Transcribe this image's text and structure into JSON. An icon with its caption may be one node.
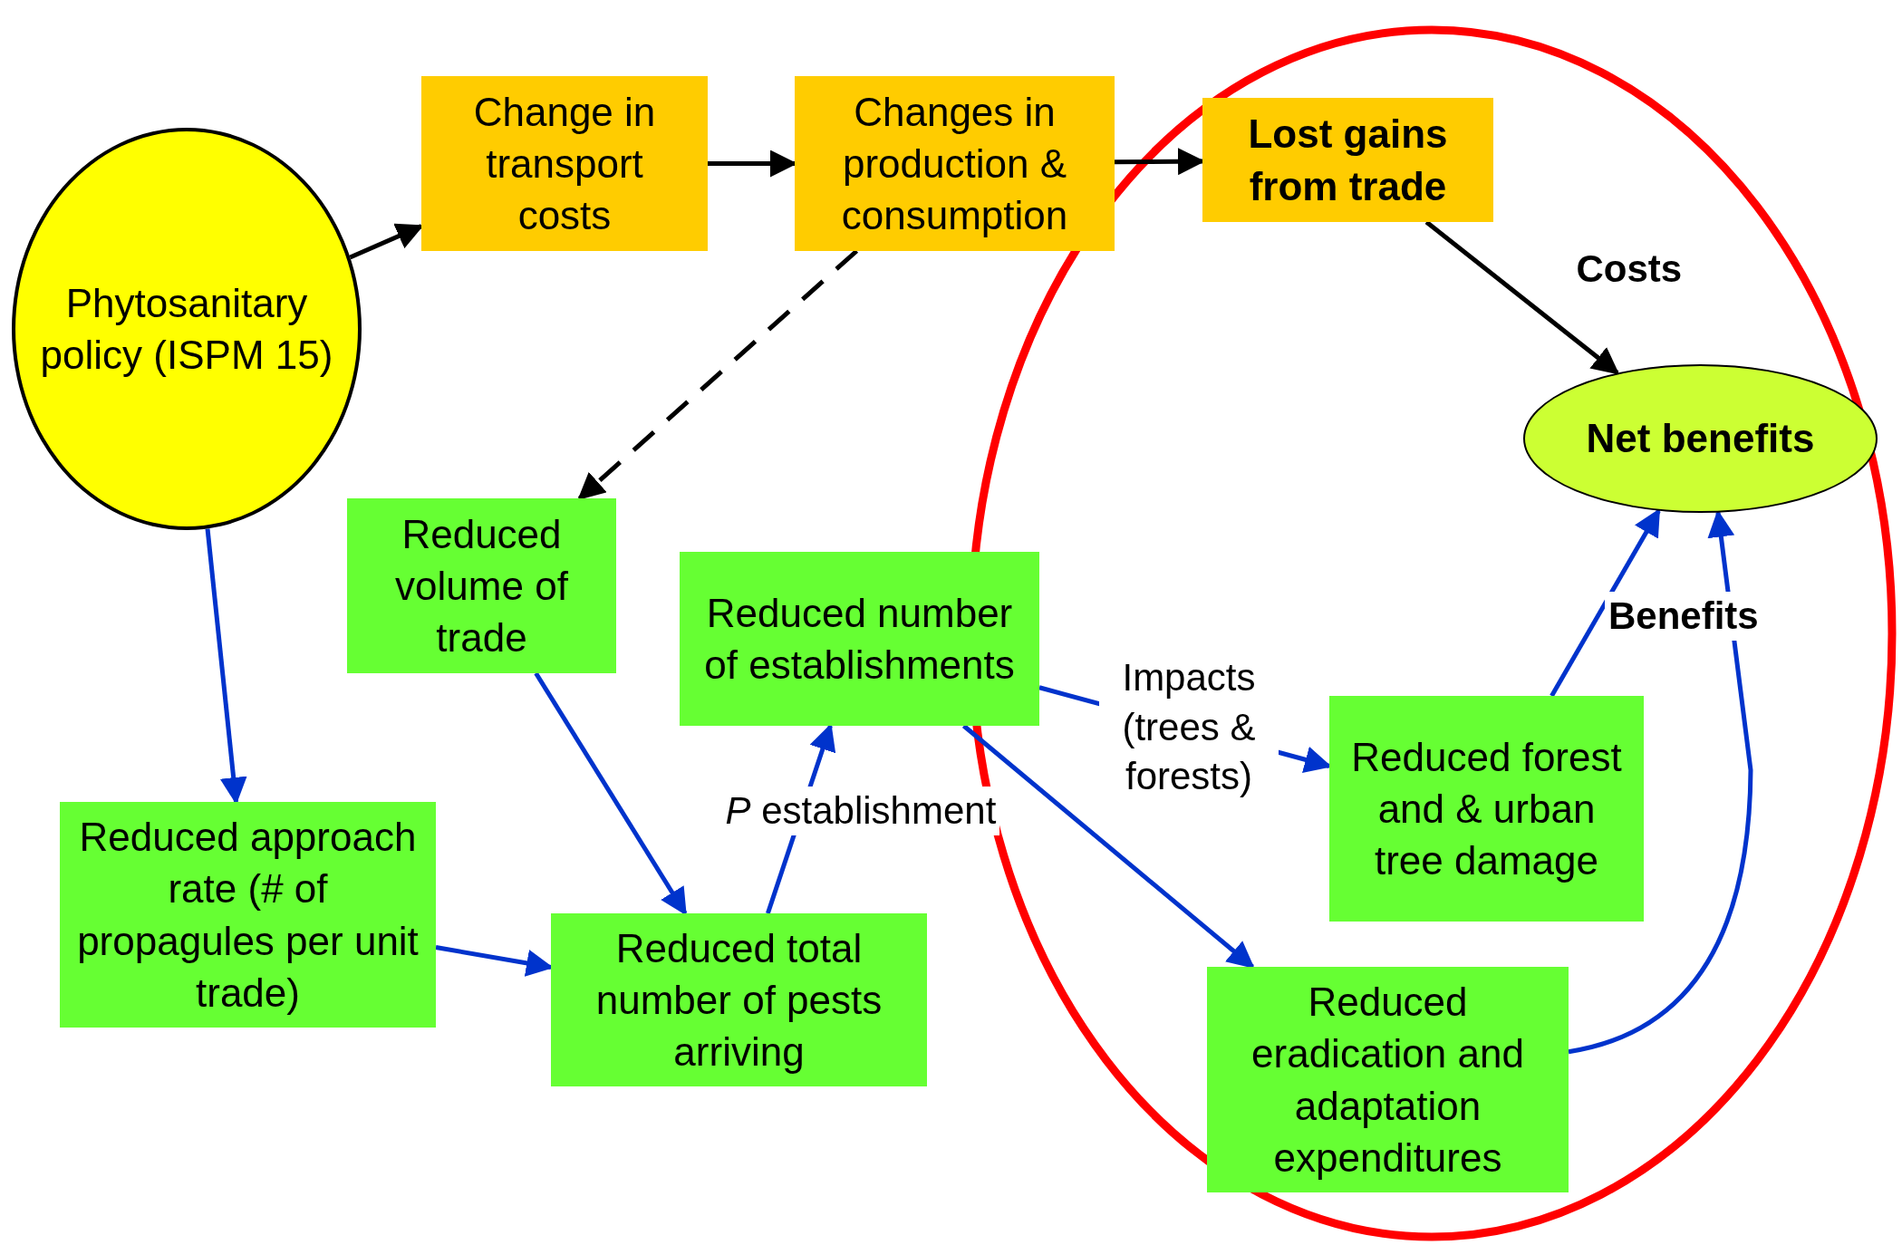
{
  "diagram": {
    "nodes": [
      {
        "text": [
          "Phytosanitary policy (ISPM 15)"
        ]
      },
      {
        "text": [
          "Change in transport costs"
        ]
      },
      {
        "text": [
          "Changes in production & consumption"
        ]
      },
      {
        "text": [
          "Lost gains from trade"
        ]
      },
      {
        "text": [
          "Net benefits"
        ]
      },
      {
        "text": [
          "Reduced volume of trade"
        ]
      },
      {
        "text": [
          "Reduced number of establishments"
        ]
      },
      {
        "text": [
          "Reduced forest and & urban tree damage"
        ]
      },
      {
        "text": [
          "Reduced approach rate (# of propagules per unit trade)"
        ]
      },
      {
        "text": [
          "Reduced total number of pests arriving"
        ]
      },
      {
        "text": [
          "Reduced eradication and adaptation expenditures"
        ]
      }
    ],
    "edges": [
      {
        "from": 0,
        "to": 1,
        "arrow": "to",
        "color": "#000000"
      },
      {
        "from": 1,
        "to": 2,
        "arrow": "to",
        "color": "#000000"
      },
      {
        "from": 2,
        "to": 3,
        "arrow": "to",
        "color": "#000000"
      },
      {
        "from": 3,
        "to": 4,
        "arrow": "to",
        "label": "Costs",
        "color": "#000000"
      },
      {
        "from": 2,
        "to": 5,
        "arrow": "to",
        "style": "dashed",
        "color": "#000000"
      },
      {
        "from": 0,
        "to": 8,
        "arrow": "to"
      },
      {
        "from": 5,
        "to": 9,
        "arrow": "to"
      },
      {
        "from": 8,
        "to": 9,
        "arrow": "to"
      },
      {
        "from": 9,
        "to": 6,
        "arrow": "to",
        "label": "*P* establishment"
      },
      {
        "from": 6,
        "to": 7,
        "arrow": "to",
        "label": "Impacts (trees & forests)"
      },
      {
        "from": 6,
        "to": 10,
        "arrow": "to"
      },
      {
        "from": 7,
        "to": 4,
        "arrow": "to",
        "label": "Benefits"
      },
      {
        "from": 10,
        "to": 4,
        "arrow": "to"
      }
    ]
  }
}
